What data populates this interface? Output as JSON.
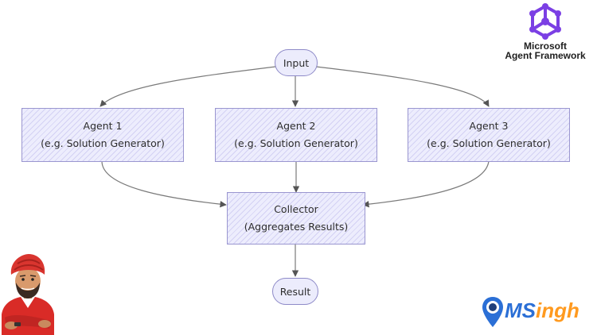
{
  "nodes": {
    "input": "Input",
    "agent1": {
      "title": "Agent 1",
      "subtitle": "(e.g. Solution Generator)"
    },
    "agent2": {
      "title": "Agent 2",
      "subtitle": "(e.g. Solution Generator)"
    },
    "agent3": {
      "title": "Agent 3",
      "subtitle": "(e.g. Solution Generator)"
    },
    "collector": {
      "title": "Collector",
      "subtitle": "(Aggregates Results)"
    },
    "result": "Result"
  },
  "framework_logo": {
    "line1": "Microsoft",
    "line2": "Agent Framework",
    "icon": "framework-hex-icon"
  },
  "brand_logo": {
    "ms": "MS",
    "rest": "ingh",
    "icon": "pin-logo-icon"
  },
  "colors": {
    "node_fill": "#ededfd",
    "node_border": "#9a96d0",
    "edge": "#777777",
    "logo_purple": "#7b3fe4",
    "brand_blue": "#2b6fd6",
    "brand_orange": "#ff9a1f"
  }
}
